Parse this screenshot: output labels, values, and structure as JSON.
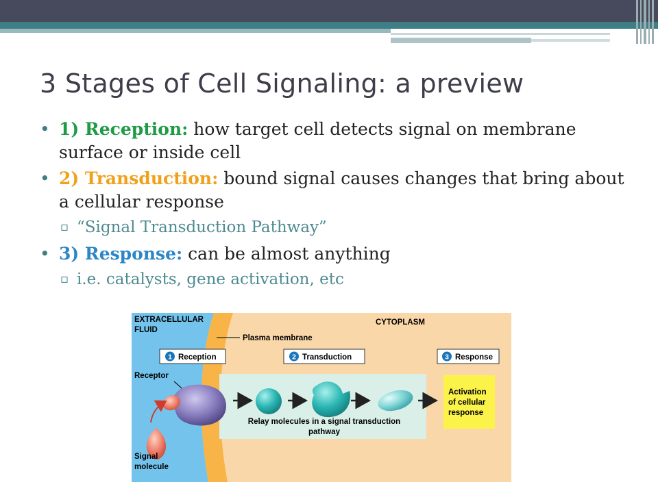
{
  "title": "3 Stages of Cell Signaling: a preview",
  "bullets": [
    {
      "label": "1) Reception:",
      "text": " how target cell detects signal on membrane surface or inside cell",
      "color": "#1f9a45"
    },
    {
      "label": "2) Transduction:",
      "text": " bound signal causes changes that bring about a cellular response",
      "color": "#f0a11a"
    },
    {
      "sub": "“Signal Transduction Pathway”"
    },
    {
      "label": "3) Response:",
      "text": " can be almost anything",
      "color": "#2c86c7"
    },
    {
      "sub": "i.e. catalysts, gene activation, etc"
    }
  ],
  "figure": {
    "extracellular_line1": "EXTRACELLULAR",
    "extracellular_line2": "FLUID",
    "cytoplasm": "CYTOPLASM",
    "plasma_membrane": "Plasma membrane",
    "step1_num": "1",
    "step1": "Reception",
    "step2_num": "2",
    "step2": "Transduction",
    "step3_num": "3",
    "step3": "Response",
    "receptor": "Receptor",
    "relay_line1": "Relay molecules in a signal transduction",
    "relay_line2": "pathway",
    "activation_line1": "Activation",
    "activation_line2": "of cellular",
    "activation_line3": "response",
    "signal_line1": "Signal",
    "signal_line2": "molecule"
  }
}
